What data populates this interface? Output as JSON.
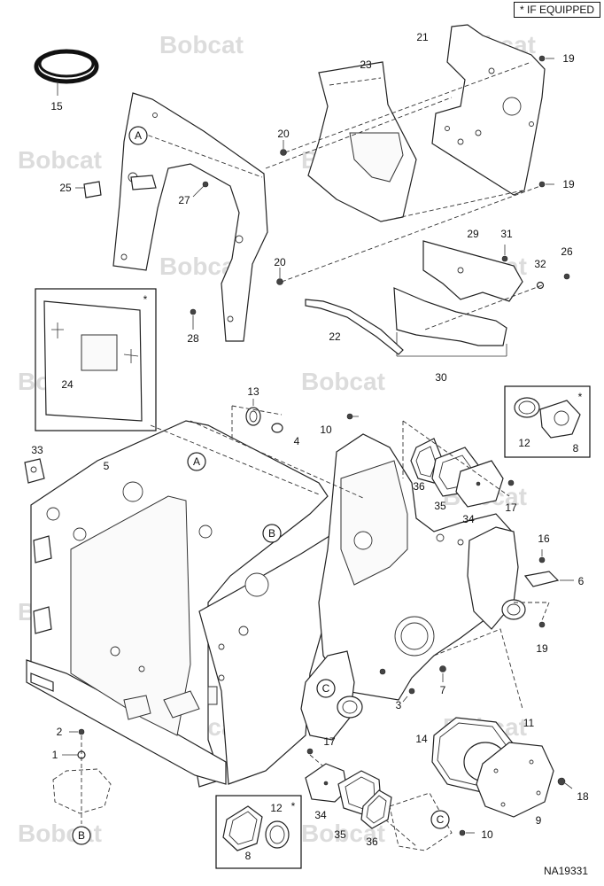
{
  "legend": {
    "symbol": "*",
    "text": "IF EQUIPPED"
  },
  "watermark": "Bobcat",
  "doc_id": "NA19331",
  "circle_refs": {
    "a": "A",
    "b": "B",
    "c": "C"
  },
  "asterisk": "*",
  "callouts": {
    "p1": "1",
    "p2": "2",
    "p3": "3",
    "p4": "4",
    "p5": "5",
    "p6": "6",
    "p7": "7",
    "p8": "8",
    "p9": "9",
    "p10": "10",
    "p11": "11",
    "p12": "12",
    "p13": "13",
    "p14": "14",
    "p15": "15",
    "p16": "16",
    "p17": "17",
    "p18": "18",
    "p19": "19",
    "p20": "20",
    "p21": "21",
    "p22": "22",
    "p23": "23",
    "p24": "24",
    "p25": "25",
    "p26": "26",
    "p27": "27",
    "p28": "28",
    "p29": "29",
    "p30": "30",
    "p31": "31",
    "p32": "32",
    "p33": "33",
    "p34": "34",
    "p35": "35",
    "p36": "36"
  }
}
